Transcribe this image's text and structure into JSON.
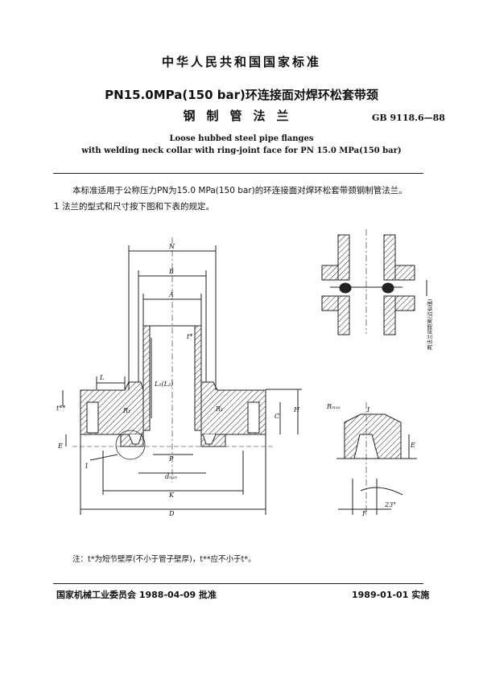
{
  "header": {
    "organization": "中华人民共和国国家标准",
    "title_line1": "PN15.0MPa(150 bar)环连接面对焊环松套带颈",
    "title_line2": "钢制管法兰",
    "standard_number": "GB 9118.6—88",
    "english_line1": "Loose hubbed steel pipe flanges",
    "english_line2": "with welding neck collar with ring-joint face for PN 15.0 MPa(150 bar)"
  },
  "body": {
    "paragraph1": "本标准适用于公称压力PN为15.0 MPa(150 bar)的环连接面对焊环松套带颈钢制管法兰。",
    "clause1": "1  法兰的型式和尺寸按下图和下表的规定。"
  },
  "drawing": {
    "labels": {
      "N": "N",
      "B": "B",
      "A": "A",
      "t_star": "t*",
      "L": "L",
      "t_double": "t**",
      "R1": "R₁",
      "R1b": "R₁",
      "L1": "L₁(L₂)",
      "C": "C",
      "H": "H",
      "E": "E",
      "P": "P",
      "dmin": "dₘᵢₙ",
      "K": "K",
      "D": "D",
      "callout1": "1",
      "Rmax": "Rₘₐₓ",
      "I": "I",
      "E2": "E",
      "F": "F",
      "angle": "23°",
      "side_note": "两法兰间距离(近似值)"
    }
  },
  "note": "注：t*为短节壁厚(不小于管子壁厚)，t**应不小于t*。",
  "footer": {
    "approver": "国家机械工业委员会 1988-04-09 批准",
    "effective": "1989-01-01 实施"
  }
}
